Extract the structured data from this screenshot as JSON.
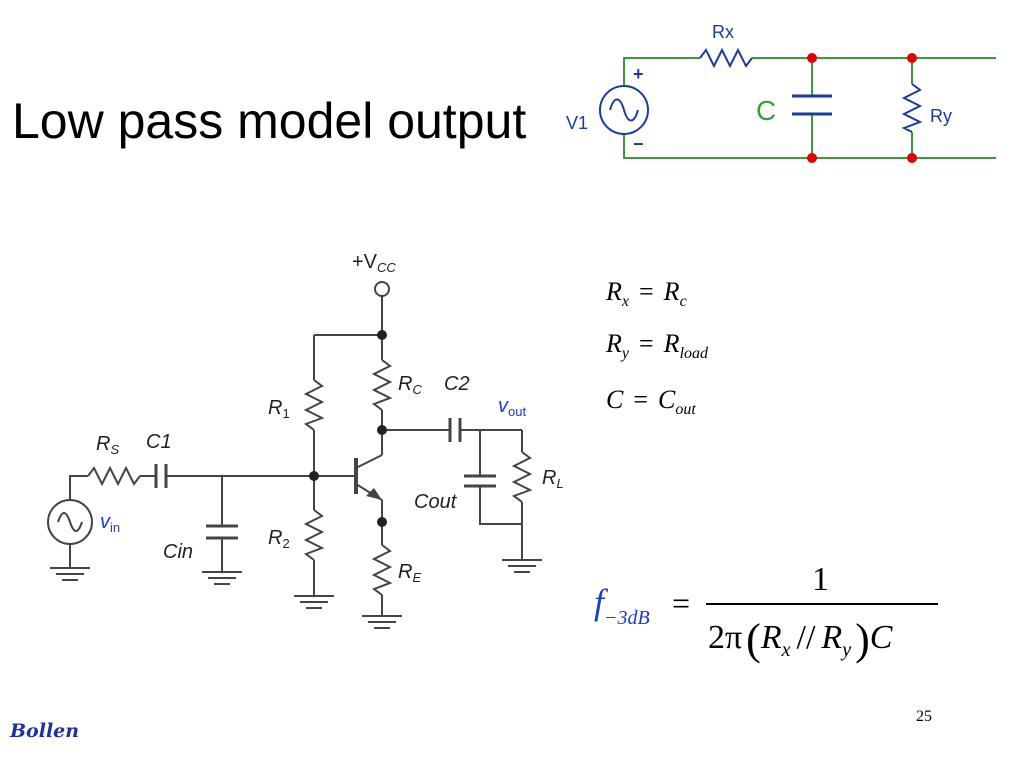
{
  "slide": {
    "title": "Low pass model output",
    "page_number": "25",
    "author": "Bollen"
  },
  "model_circuit": {
    "source_label": "V1",
    "plus": "+",
    "minus": "−",
    "series_resistor": "Rx",
    "capacitor": "C",
    "shunt_resistor": "Ry",
    "wire_color": "#3c9a3c",
    "component_color": "#1a3c9c",
    "node_color": "#e00000"
  },
  "amplifier": {
    "supply": "+V",
    "supply_sub": "CC",
    "rs": "R",
    "rs_sub": "S",
    "c1": "C1",
    "vin": "v",
    "vin_sub": "in",
    "cin": "Cin",
    "r1": "R",
    "r1_sub": "1",
    "r2": "R",
    "r2_sub": "2",
    "rc": "R",
    "rc_sub": "C",
    "re": "R",
    "re_sub": "E",
    "c2": "C2",
    "vout": "v",
    "vout_sub": "out",
    "cout": "Cout",
    "rl": "R",
    "rl_sub": "L",
    "accent_color": "#1a3cd0"
  },
  "equations": {
    "eq1": {
      "lhs": "R",
      "lhs_sub": "x",
      "op": "=",
      "rhs": "R",
      "rhs_sub": "c"
    },
    "eq2": {
      "lhs": "R",
      "lhs_sub": "y",
      "op": "=",
      "rhs": "R",
      "rhs_sub": "load"
    },
    "eq3": {
      "lhs": "C",
      "op": "=",
      "rhs": "C",
      "rhs_sub": "out"
    },
    "cutoff": {
      "f": "f",
      "f_sub": "−3dB",
      "op": "=",
      "numerator": "1",
      "den_2pi": "2π",
      "rx": "R",
      "rx_sub": "x",
      "parallel": "//",
      "ry": "R",
      "ry_sub": "y",
      "c": "C",
      "color": "#1a3cd0"
    }
  }
}
